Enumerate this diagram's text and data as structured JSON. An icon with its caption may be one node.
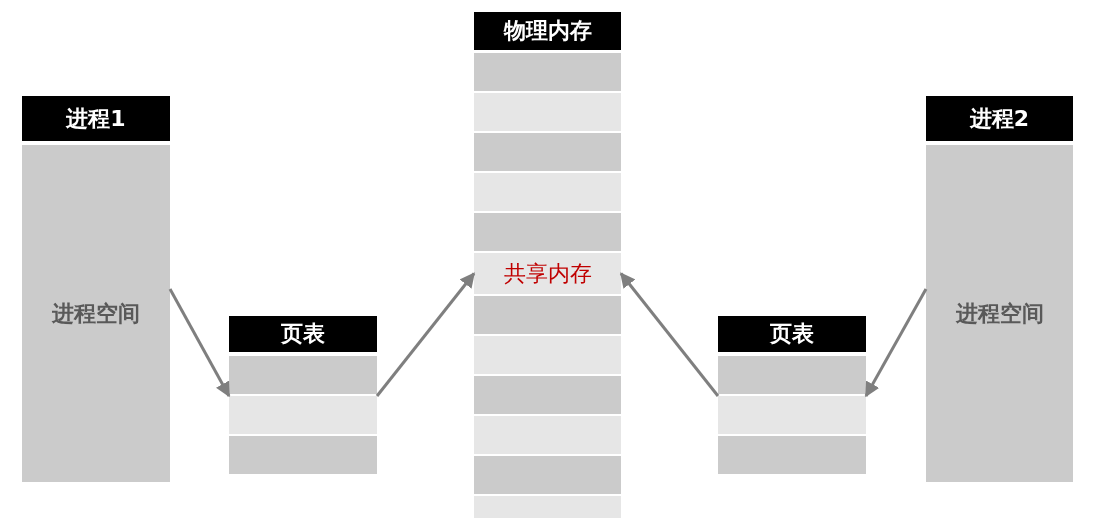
{
  "diagram": {
    "nodes": [
      {
        "text": [
          "进程1",
          "进程空间"
        ]
      },
      {
        "text": [
          "页表"
        ]
      },
      {
        "text": [],
        "shape": "box",
        "in": 1
      },
      {
        "text": [],
        "shape": "box",
        "in": 1
      },
      {
        "text": [],
        "shape": "box",
        "in": 1
      },
      {
        "text": [
          "物理内存"
        ]
      },
      {
        "text": [],
        "shape": "box",
        "in": 5
      },
      {
        "text": [],
        "shape": "box",
        "in": 5
      },
      {
        "text": [],
        "shape": "box",
        "in": 5
      },
      {
        "text": [],
        "shape": "box",
        "in": 5
      },
      {
        "text": [],
        "shape": "box",
        "in": 5
      },
      {
        "text": [
          "共享内存"
        ],
        "in": 5
      },
      {
        "text": [],
        "shape": "box",
        "in": 5
      },
      {
        "text": [],
        "shape": "box",
        "in": 5
      },
      {
        "text": [],
        "shape": "box",
        "in": 5
      },
      {
        "text": [],
        "shape": "box",
        "in": 5
      },
      {
        "text": [],
        "shape": "box",
        "in": 5
      },
      {
        "text": [],
        "shape": "box",
        "in": 5
      },
      {
        "text": [
          "页表"
        ]
      },
      {
        "text": [],
        "shape": "box",
        "in": 18
      },
      {
        "text": [],
        "shape": "box",
        "in": 18
      },
      {
        "text": [],
        "shape": "box",
        "in": 18
      },
      {
        "text": [
          "进程2",
          "进程空间"
        ]
      }
    ],
    "edges": [
      {
        "from": 0,
        "to": 3,
        "arrow": "to"
      },
      {
        "from": 3,
        "to": 11,
        "arrow": "to"
      },
      {
        "from": 20,
        "to": 11,
        "arrow": "to"
      },
      {
        "from": 22,
        "to": 20,
        "arrow": "to"
      }
    ]
  }
}
